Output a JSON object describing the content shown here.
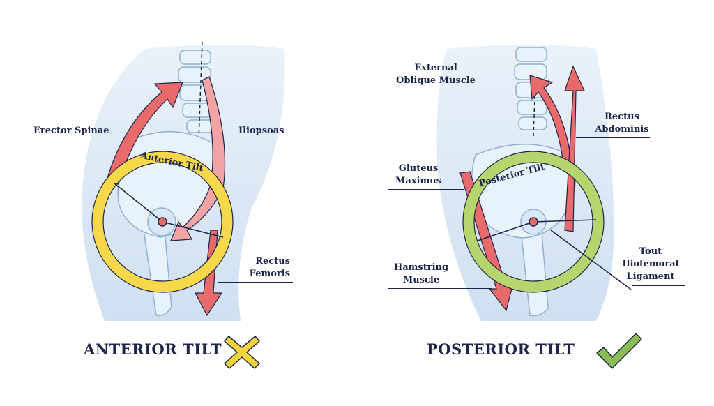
{
  "anterior": {
    "ring_label": "Anterior Tilt",
    "labels": {
      "erector_spinae": "Erector Spinae",
      "iliopsoas": "Iliopsoas",
      "rectus": "Rectus",
      "femoris": "Femoris"
    },
    "caption": "ANTERIOR TILT",
    "verdict_icon": "cross-mark-icon"
  },
  "posterior": {
    "ring_label": "Posterior Tilt",
    "labels": {
      "external": "External",
      "oblique_muscle": "Oblique Muscle",
      "rectus": "Rectus",
      "abdominis": "Abdominis",
      "gluteus": "Gluteus",
      "maximus": "Maximus",
      "tout": "Tout",
      "iliofemoral": "Iliofemoral",
      "ligament": "Ligament",
      "hamstring": "Hamstring",
      "muscle": "Muscle"
    },
    "caption": "POSTERIOR TILT",
    "verdict_icon": "check-mark-icon"
  },
  "colors": {
    "text": "#1d2449",
    "body_fill": "#dce8f5",
    "bone_fill": "#e8f2fb",
    "bone_stroke": "#8fb0cf",
    "muscle_red": "#e86a6a",
    "muscle_pink": "#f2a3a3",
    "anterior_ring": "#f6d84a",
    "posterior_ring": "#b8d46f",
    "cross_mark": "#f4d43a",
    "check_mark": "#8dbb55"
  }
}
